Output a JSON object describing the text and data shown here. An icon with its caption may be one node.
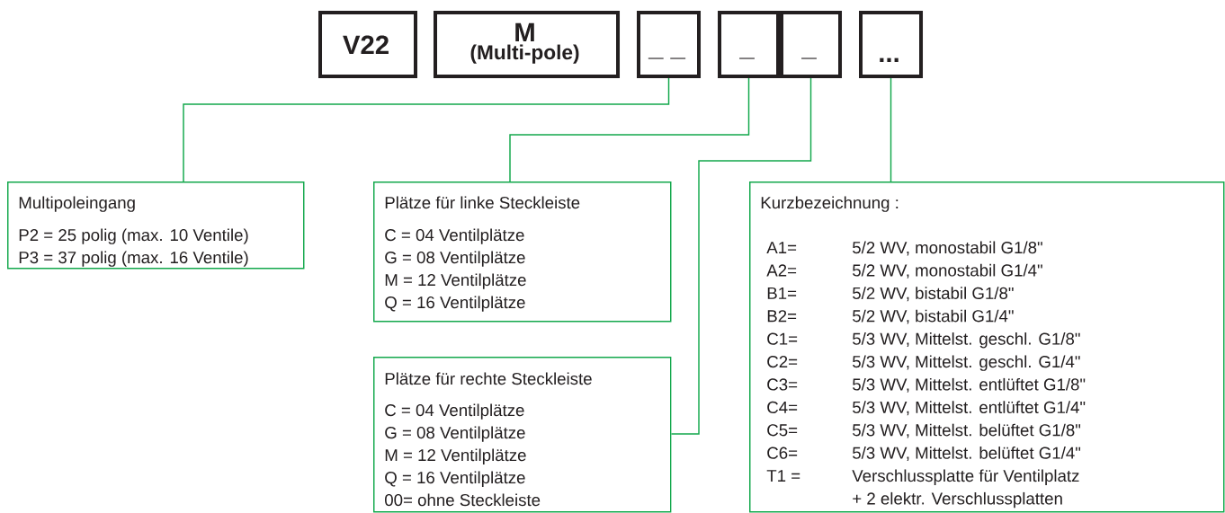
{
  "diagram": {
    "nodes": [
      {
        "text": [
          "V22"
        ]
      },
      {
        "text": [
          "M",
          "(Multi-pole)"
        ]
      },
      {
        "text": [
          "_ _"
        ]
      },
      {
        "text": [
          "_"
        ]
      },
      {
        "text": [
          "_"
        ]
      },
      {
        "text": [
          "..."
        ]
      },
      {
        "text": [
          "Multipoleingang",
          "P2 = 25 polig (max. 10 Ventile)",
          "P3 = 37 polig (max. 16 Ventile)"
        ]
      },
      {
        "text": [
          "Plätze für linke Steckleiste",
          "C = 04 Ventilplätze",
          "G = 08 Ventilplätze",
          "M = 12 Ventilplätze",
          "Q = 16 Ventilplätze"
        ]
      },
      {
        "text": [
          "Plätze für rechte Steckleiste",
          "C = 04 Ventilplätze",
          "G = 08 Ventilplätze",
          "M = 12 Ventilplätze",
          "Q = 16 Ventilplätze",
          "00= ohne Steckleiste"
        ]
      },
      {
        "text": [
          "Kurzbezeichnung :",
          "A1=",
          "5/2 WV, monostabil G1/8\"",
          "A2=",
          "5/2 WV, monostabil G1/4\"",
          "B1=",
          "5/2 WV, bistabil G1/8\"",
          "B2=",
          "5/2 WV, bistabil G1/4\"",
          "C1=",
          "5/3 WV, Mittelst. geschl. G1/8\"",
          "C2=",
          "5/3 WV, Mittelst. geschl. G1/4\"",
          "C3=",
          "5/3 WV, Mittelst. entlüftet G1/8\"",
          "C4=",
          "5/3 WV, Mittelst. entlüftet G1/4\"",
          "C5=",
          "5/3 WV, Mittelst. belüftet G1/8\"",
          "C6=",
          "5/3 WV, Mittelst. belüftet G1/4\"",
          "T1 =",
          "Verschlussplatte für Ventilplatz",
          "+ 2 elektr. Verschlussplatten"
        ]
      }
    ],
    "edges": [
      {
        "from": 2,
        "to": 6,
        "arrow": "none"
      },
      {
        "from": 3,
        "to": 7,
        "arrow": "none"
      },
      {
        "from": 4,
        "to": 8,
        "arrow": "none"
      },
      {
        "from": 5,
        "to": 9,
        "arrow": "none"
      }
    ]
  }
}
